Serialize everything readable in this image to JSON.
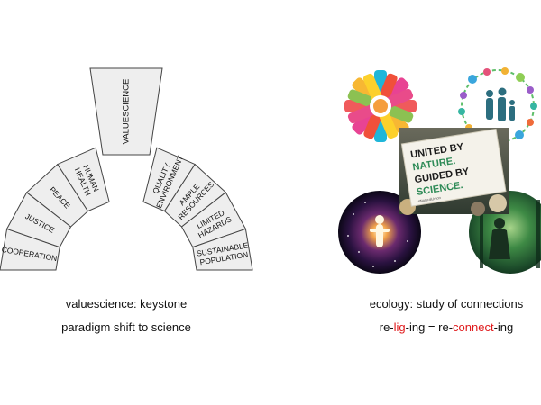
{
  "arch": {
    "keystone": "VALUESCIENCE",
    "left_stones": [
      [
        "COOPERATION"
      ],
      [
        "JUSTICE"
      ],
      [
        "PEACE"
      ],
      [
        "HUMAN",
        "HEALTH"
      ]
    ],
    "right_stones": [
      [
        "QUALITY",
        "ENVIRONMENT"
      ],
      [
        "AMPLE",
        "RESOURCES"
      ],
      [
        "LIMITED",
        "HAZARDS"
      ],
      [
        "SUSTAINABLE",
        "POPULATION"
      ]
    ]
  },
  "captions": {
    "left_line1": "valuescience: keystone",
    "left_line2": "paradigm shift to science",
    "right_line1": "ecology: study of connections",
    "right_line2": {
      "p1": "re-",
      "p2": "lig",
      "p3": "-ing = re-",
      "p4": "connect",
      "p5": "-ing"
    }
  },
  "sign": {
    "line1": "UNITED BY",
    "line2a": "NATURE.",
    "line3": "GUIDED BY",
    "line4": "SCIENCE.",
    "hashtag": "#NaturalUnion"
  },
  "colors": {
    "stone_fill": "#eeeeee",
    "stone_stroke": "#444444",
    "accent_red": "#e0191b",
    "sign_green": "#2e8b57"
  }
}
